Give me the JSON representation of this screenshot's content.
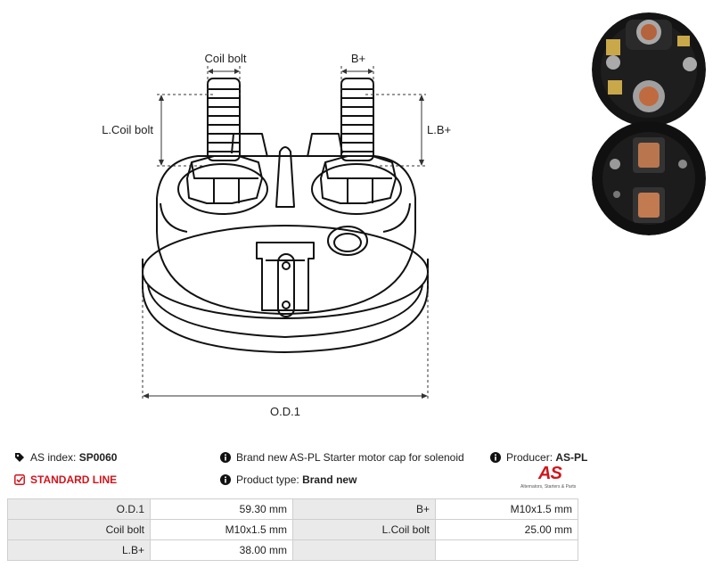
{
  "diagram": {
    "labels": {
      "coil_bolt": "Coil bolt",
      "b_plus": "B+",
      "l_coil_bolt": "L.Coil bolt",
      "l_b_plus": "L.B+",
      "od1": "O.D.1"
    }
  },
  "info": {
    "as_index_label": "AS index:",
    "as_index_value": "SP0060",
    "standard_line": "STANDARD LINE",
    "description": "Brand new AS-PL Starter motor cap for solenoid",
    "product_type_label": "Product type:",
    "product_type_value": "Brand new",
    "producer_label": "Producer:",
    "producer_value": "AS-PL"
  },
  "logo": {
    "mark": "AS",
    "tagline": "Alternators, Starters & Parts"
  },
  "spec_table": {
    "rows": [
      [
        {
          "k": "O.D.1",
          "v": "59.30 mm"
        },
        {
          "k": "B+",
          "v": "M10x1.5 mm"
        }
      ],
      [
        {
          "k": "Coil bolt",
          "v": "M10x1.5 mm"
        },
        {
          "k": "L.Coil bolt",
          "v": "25.00 mm"
        }
      ],
      [
        {
          "k": "L.B+",
          "v": "38.00 mm"
        },
        {
          "k": "",
          "v": ""
        }
      ]
    ]
  },
  "colors": {
    "accent": "#d0151c",
    "key_cell": "#eaeaea",
    "border": "#cfcfcf"
  },
  "icons": [
    "tag-icon",
    "check-square-icon",
    "info-icon"
  ]
}
